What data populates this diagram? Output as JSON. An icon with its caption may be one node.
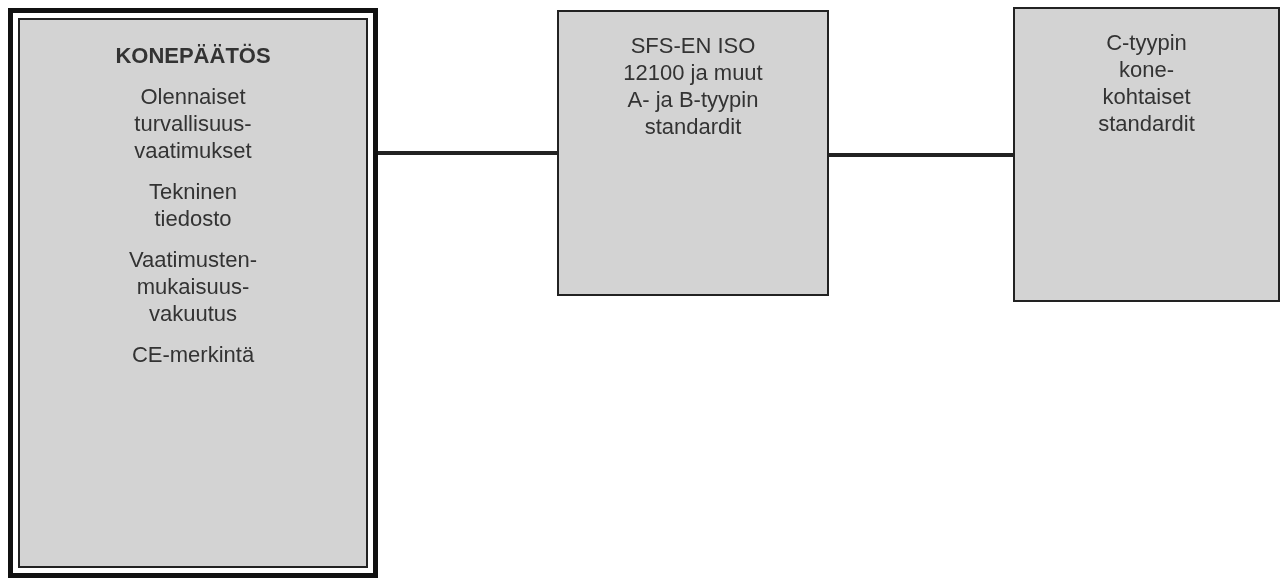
{
  "diagram": {
    "nodes": [
      {
        "text": [
          "KONEPÄÄTÖS",
          "Olennaiset turvallisuus- vaatimukset",
          "Tekninen tiedosto",
          "Vaatimusten- mukaisuus- vakuutus",
          "CE-merkintä"
        ]
      },
      {
        "text": [
          "SFS-EN ISO 12100 ja muut A- ja B-tyypin standardit"
        ]
      },
      {
        "text": [
          "C-tyypin kone- kohtaiset standardit"
        ]
      }
    ],
    "edges": [
      {
        "from": 0,
        "to": 1,
        "arrow": "none"
      },
      {
        "from": 1,
        "to": 2,
        "arrow": "none"
      }
    ]
  }
}
